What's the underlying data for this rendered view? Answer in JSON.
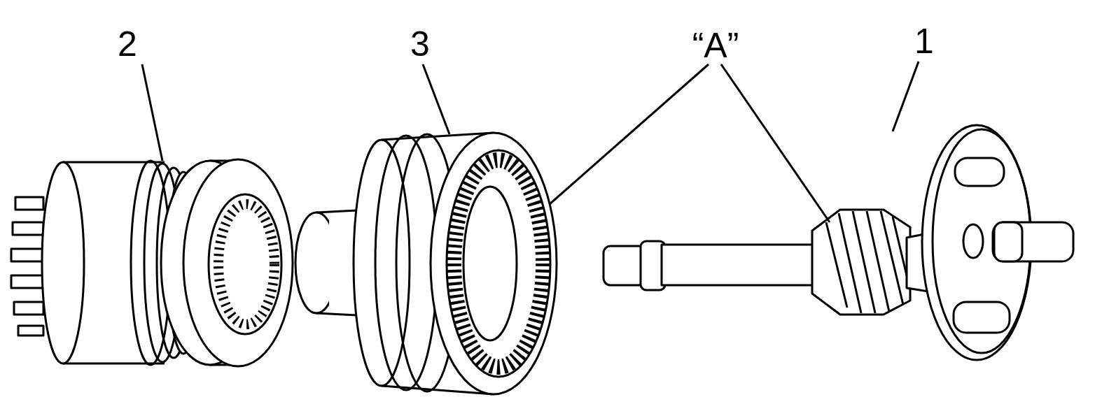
{
  "diagram": {
    "labels": [
      "2",
      "3",
      "“A”",
      "1"
    ]
  }
}
